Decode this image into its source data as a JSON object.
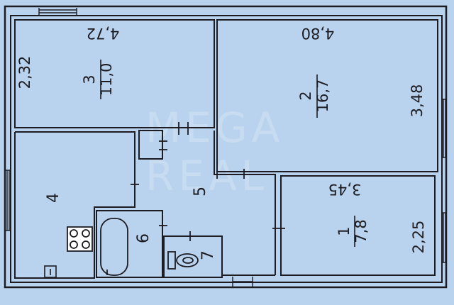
{
  "plan": {
    "colors": {
      "background": "#b9d3ee",
      "wall": "#1c1c22",
      "text": "#1c1c22"
    },
    "rooms": [
      {
        "number": "1",
        "area": "7,8",
        "width": "3,45",
        "length": "2,25"
      },
      {
        "number": "2",
        "area": "16,7",
        "width": "4,80",
        "length": "3,48"
      },
      {
        "number": "3",
        "area": "11,0",
        "width": "4,72",
        "length": "2,32"
      },
      {
        "number": "4"
      },
      {
        "number": "5"
      },
      {
        "number": "6"
      },
      {
        "number": "7"
      }
    ],
    "watermark": [
      "MEGA",
      "REAL"
    ],
    "icons": [
      "stove-icon",
      "bathtub-icon",
      "toilet-icon",
      "sink-icon"
    ]
  }
}
